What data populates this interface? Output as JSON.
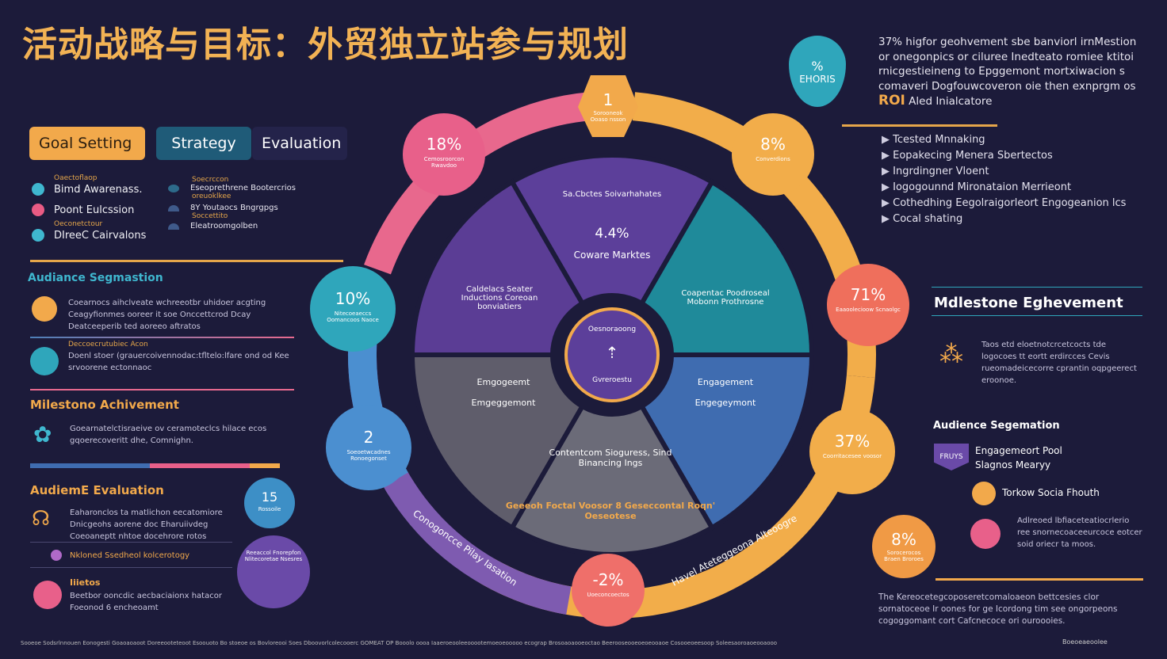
{
  "title": "活动战略与目标：外贸独立站参与规划",
  "tabs": [
    {
      "label": "Goal Setting",
      "color": "#f2a94b"
    },
    {
      "label": "Strategy",
      "color": "#1f5b78"
    },
    {
      "label": "Evaluation",
      "color": "#24234a"
    }
  ],
  "goals": [
    {
      "tag": "Oaectoflaop",
      "label": "Bimd Awarenass.",
      "color": "#3fb7cf"
    },
    {
      "tag": "",
      "label": "Poont Eulcssion",
      "color": "#e95b84"
    },
    {
      "tag": "Oeconetctour",
      "label": "DIreeC Cairvalons",
      "color": "#3fb7cf"
    }
  ],
  "strategy": [
    {
      "tag": "Soecrccon",
      "label": "Eseoprethrene Bootercrios",
      "tag2": "oreuoklkee"
    },
    {
      "tag": "",
      "label": "8Y Youtaocs Bngrgpgs",
      "tag2": "Soccettito"
    },
    {
      "tag": "",
      "label": "Eleatroomgolben",
      "tag2": ""
    }
  ],
  "audience_seg": {
    "heading": "Audiance Segmastion",
    "items": [
      {
        "tag": "",
        "text": "Coearnocs aihclveate wchreeotbr uhidoer acgting Ceagyfionmes ooreer it soe Onccettcrod Dcay Deatceeperib ted aoreeo aftratos"
      },
      {
        "tag": "Deccoecrutubiec Acon",
        "text": "Doenl stoer (grauercoivennodac:tfltelo:lfare ond od Kee srvoorene ectonnaoc"
      }
    ]
  },
  "milestone": {
    "heading": "Milestono Achivement",
    "text": "Goearnatelctisraeive ov ceramoteclcs hilace ecos gqoerecoveritt dhe, Comnighn."
  },
  "audience_eval": {
    "heading": "AudiemE Evaluation",
    "items": [
      {
        "text": "Eaharonclos ta matlichon eecatomiore Dnicgeohs aorene doc Eharuiivdeg Coeoaneptt nhtoe docehrore rotos"
      },
      {
        "text": "Nkloned Ssedheol kolcerotogy"
      },
      {
        "text": "Iiietos",
        "sub": "Beetbor ooncdic aecbaciaionx hatacor Foeonod 6 encheoamt"
      }
    ]
  },
  "wheel": {
    "top_label": "Sa.Cbctes Soivarhahates",
    "segments": [
      {
        "value": "4.4%",
        "label": "Coware Marktes",
        "color": "#5c3f9a"
      },
      {
        "label": "Coapentac Poodroseal Mobonn Prothrosne",
        "color": "#1f8a9a"
      },
      {
        "label": "Engagement Engegeymont",
        "color": "#3f6cb0"
      },
      {
        "label": "Contentcom Sioguress, Sind Binancing Ings",
        "color": "#6b6b78"
      },
      {
        "label": "Emgogeemt Emgeggemont",
        "color": "#5f5d6b"
      },
      {
        "label": "Caldelacs Seater Inductions Coreoan bonviatiers",
        "color": "#5b3d95"
      }
    ],
    "center_top": "Oesnoraoong",
    "center_bottom": "Gvreroestu",
    "bottom_band": "Geeeoh Foctal Voosor 8 Geseccontal Roqn' Oeseotese",
    "ring_left_text": "Conogoncce Pilay Iasation",
    "ring_right_text": "Havel Ateteggeona Alteoogre",
    "nodes": [
      {
        "value": "1",
        "label": "Sorooneok Ooaso nsson",
        "color": "#f2a94b"
      },
      {
        "value": "18%",
        "label": "Cemosroorcon Rwavdoo",
        "color": "#e8608a"
      },
      {
        "value": "8%",
        "label": "Converdions",
        "color": "#f2ad4a"
      },
      {
        "value": "10%",
        "label": "Nitecoeaeccs Oomancoos Naoce",
        "color": "#2fa6bb"
      },
      {
        "value": "71%",
        "label": "Eaaoolecioow Scnaolgc",
        "color": "#ef6f5c"
      },
      {
        "value": "2",
        "label": "Soeoetwcadnes Ronoegonset",
        "color": "#4b8fd0"
      },
      {
        "value": "37%",
        "label": "Coorritacesee voosor",
        "color": "#f2ad4a"
      },
      {
        "value": "-2%",
        "label": "Uoeconcoectos",
        "color": "#ef6f6a"
      },
      {
        "value": "8%",
        "label": "Sorocerocos Braen Broroes",
        "color": "#f09a45"
      },
      {
        "value": "15",
        "label": "Rossoile",
        "color": "#3d8fc6"
      },
      {
        "value": "",
        "label": "Reeaccol Fnorepfon Nlitecoretae Nsesres",
        "color": "#6a4aa8"
      }
    ]
  },
  "right": {
    "badge": "EHORIS",
    "badge_sub": "%",
    "intro": "37% higfor geohvement sbe banviorl irnMestion or onegonpics or ciluree Inedteato romiee ktitoi rnicgestieineng to Epggemont mortxiwacion s comaveri Dogfouwcoveron oie then exnprgm os",
    "roi": "ROI",
    "intro_end": "Aled Inialcatore",
    "list": [
      "Tcested Mnnaking",
      "Eopakecing Menera Sbertectos",
      "Ingrdingner Vloent",
      "Iogogounnd Mironataion Merrieont",
      "Cothedhing Eegolraigorleort Engogeanion lcs",
      "Cocal shating"
    ],
    "milestone": {
      "heading": "Mdlestone Eghevement",
      "text": "Taos etd eloetnotcrcetcocts tde logocoes tt eortt erdircces Cevis rueomadeicecorre cprantin oqpgeerect eroonoe."
    },
    "segmentation": {
      "heading": "Audience Segemation",
      "items": [
        {
          "icon": "FRUYS",
          "text": "Engagemeort Pool Slagnos Mearyy"
        },
        {
          "text": "Torkow Socia Fhouth"
        },
        {
          "text": "Adlreoed lbfiaceteatiocrlerio ree snornecoaceeurcoce eotcer soid oriecr ta moos."
        }
      ]
    },
    "note": "The Kereocetegcoposeretcomaloaeon bettcesies clor sornatoceoe Ir oones for ge Icordong tim see ongorpeons cogoggomant cort Cafcnecoce ori ouroooies."
  },
  "footer": "Sooeoe Sodsrlnnouen Eonogesti Goaoaoaoot Doreeooteteoot Esoouoto Bo stoeoe os Bovloreooi Soes Dboovorlcolecooerc GOMEAT OP Booolo oooa Iaaeroeooleeooootemoeoeooooo ecograp Brosoaoaooeoctao Beerooseooeoeoeooaoe Cosooeoeesoop Soleesaoroaoeooaooo",
  "footer_right": "Boeoeaeoolee"
}
